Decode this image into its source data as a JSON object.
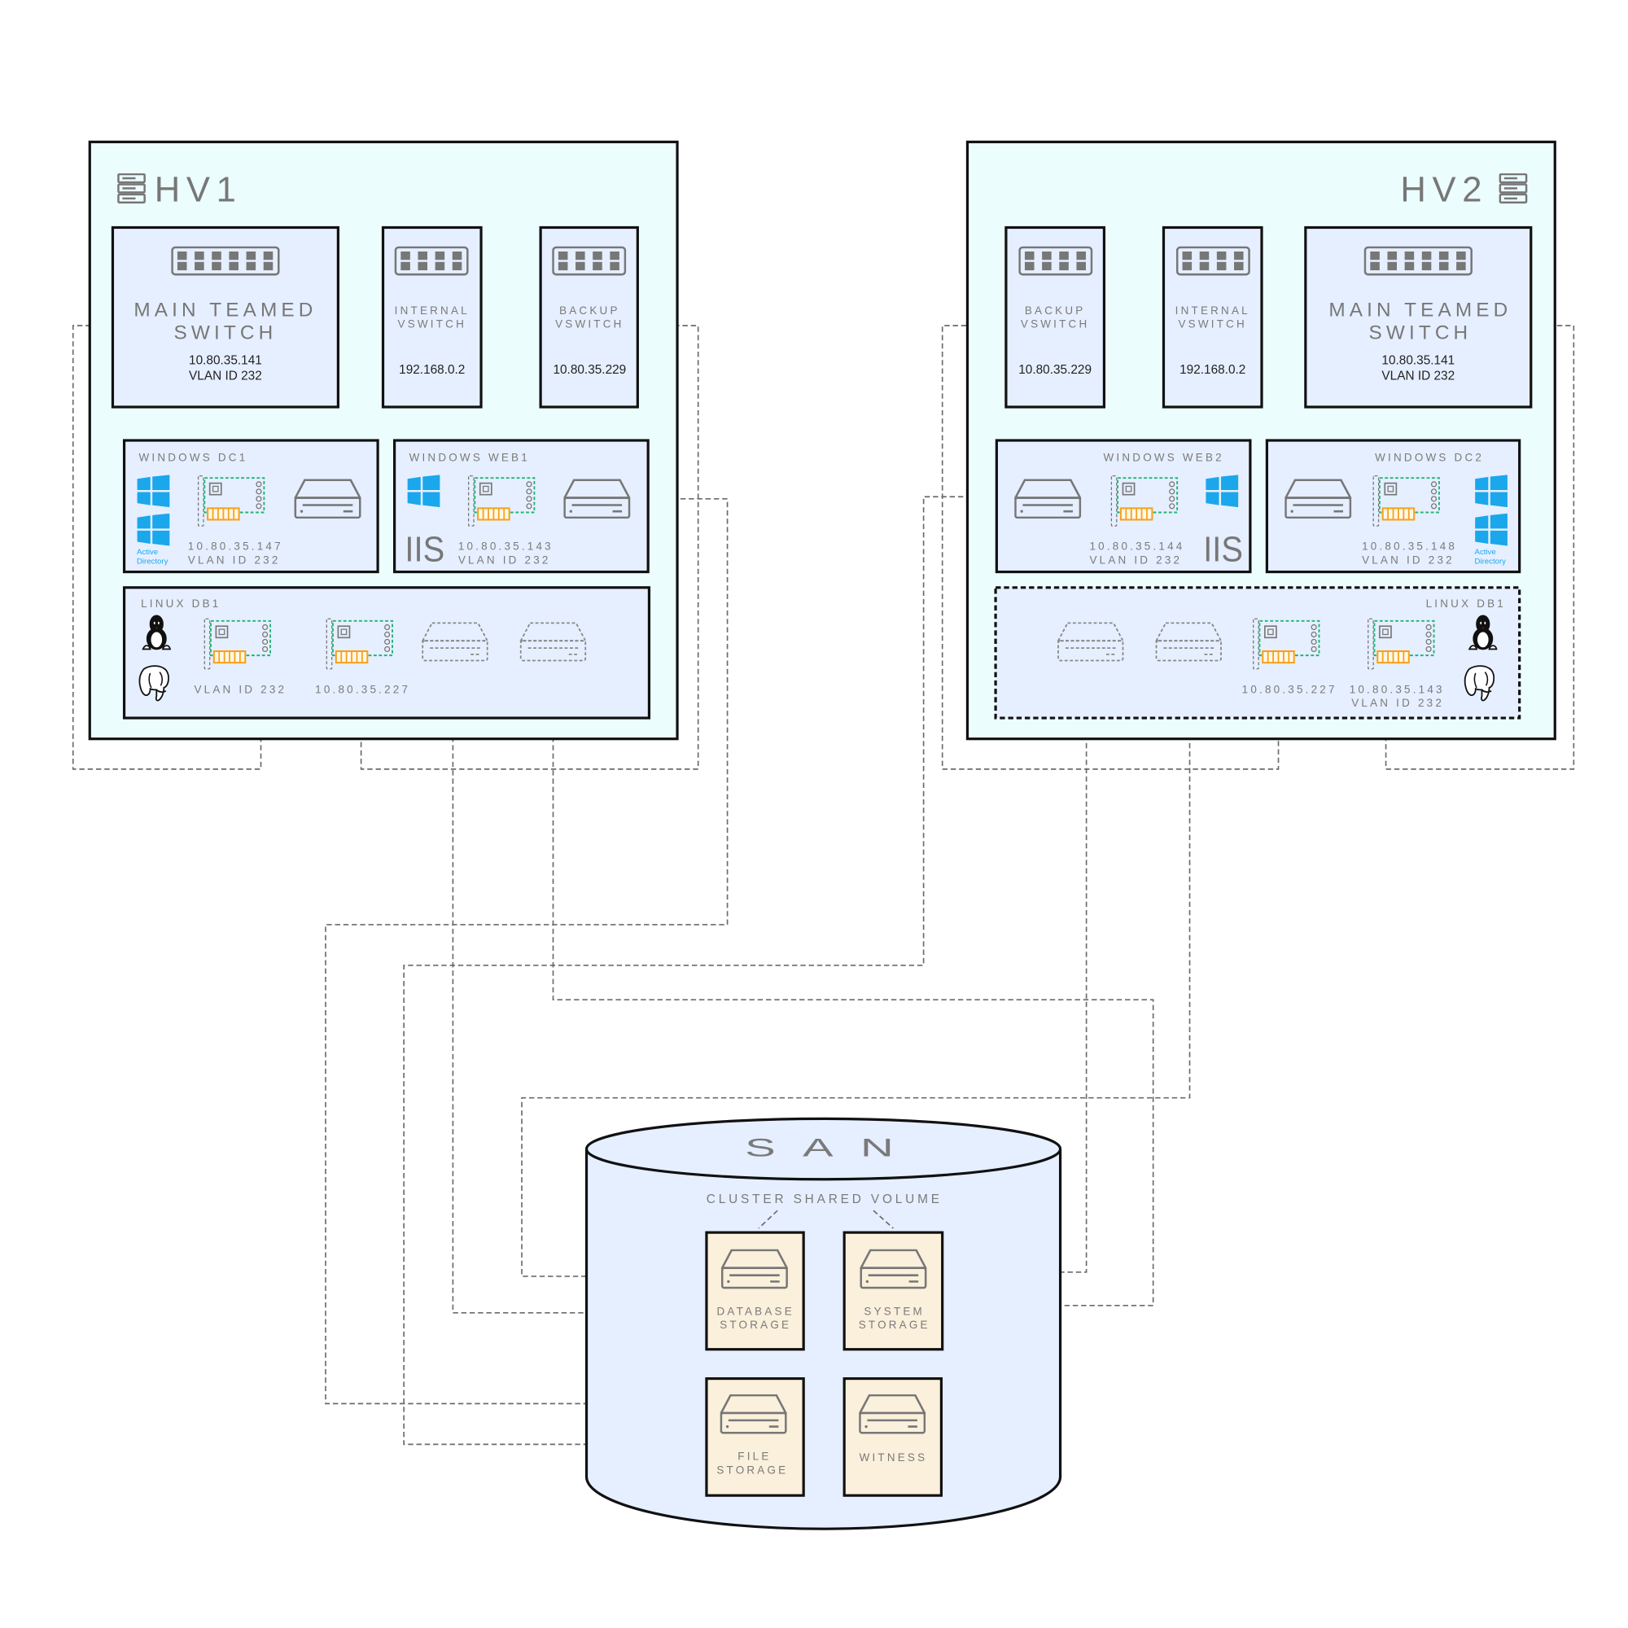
{
  "colors": {
    "host_bg": "#ecfdfd",
    "vm_bg": "#e6efff",
    "storage_bg": "#faf0dc",
    "windows_blue": "#1aa7ec",
    "nic_green": "#22b573",
    "nic_orange": "#f7a21b",
    "line_gray": "#6b6b6b"
  },
  "hv1": {
    "title": "HV1",
    "main_switch": {
      "line1": "MAIN TEAMED",
      "line2": "SWITCH",
      "ip": "10.80.35.141",
      "vlan": "VLAN ID 232"
    },
    "internal_switch": {
      "line1": "INTERNAL",
      "line2": "VSWITCH",
      "ip": "192.168.0.2"
    },
    "backup_switch": {
      "line1": "BACKUP",
      "line2": "VSWITCH",
      "ip": "10.80.35.229"
    },
    "dc": {
      "title": "WINDOWS DC1",
      "ip": "10.80.35.147",
      "vlan": "VLAN ID 232",
      "ad1": "Active",
      "ad2": "Directory"
    },
    "web": {
      "title": "WINDOWS WEB1",
      "ip": "10.80.35.143",
      "vlan": "VLAN ID 232",
      "iis": "IIS"
    },
    "db": {
      "title": "LINUX DB1",
      "vlan": "VLAN ID 232",
      "ip": "10.80.35.227"
    }
  },
  "hv2": {
    "title": "HV2",
    "main_switch": {
      "line1": "MAIN TEAMED",
      "line2": "SWITCH",
      "ip": "10.80.35.141",
      "vlan": "VLAN ID 232"
    },
    "internal_switch": {
      "line1": "INTERNAL",
      "line2": "VSWITCH",
      "ip": "192.168.0.2"
    },
    "backup_switch": {
      "line1": "BACKUP",
      "line2": "VSWITCH",
      "ip": "10.80.35.229"
    },
    "web": {
      "title": "WINDOWS WEB2",
      "ip": "10.80.35.144",
      "vlan": "VLAN ID 232",
      "iis": "IIS"
    },
    "dc": {
      "title": "WINDOWS DC2",
      "ip": "10.80.35.148",
      "vlan": "VLAN ID 232",
      "ad1": "Active",
      "ad2": "Directory"
    },
    "db": {
      "title": "LINUX DB1",
      "ip1": "10.80.35.227",
      "ip2": "10.80.35.143",
      "vlan": "VLAN ID 232"
    }
  },
  "san": {
    "title": "SAN",
    "csv": "CLUSTER SHARED VOLUME",
    "database": {
      "line1": "DATABASE",
      "line2": "STORAGE"
    },
    "system": {
      "line1": "SYSTEM",
      "line2": "STORAGE"
    },
    "file": {
      "line1": "FILE",
      "line2": "STORAGE"
    },
    "witness": {
      "line1": "WITNESS"
    }
  }
}
